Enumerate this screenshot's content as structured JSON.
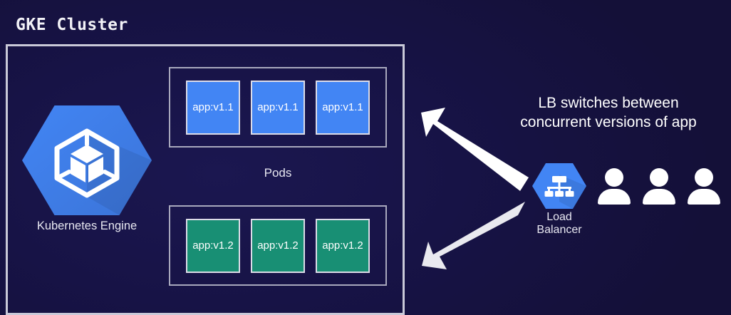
{
  "diagram": {
    "title": "GKE Cluster",
    "background_color": "#141038"
  },
  "cluster": {
    "title": "GKE Cluster",
    "node": {
      "label": "Kubernetes Engine",
      "icon": "kubernetes-engine-hexagon-icon",
      "color": "#4285f4"
    },
    "pods_caption": "Pods",
    "pod_groups": [
      {
        "name": "version-1-1-pods",
        "color": "#4285f4",
        "pods": [
          "app:v1.1",
          "app:v1.1",
          "app:v1.1"
        ]
      },
      {
        "name": "version-1-2-pods",
        "color": "#188f74",
        "pods": [
          "app:v1.2",
          "app:v1.2",
          "app:v1.2"
        ]
      }
    ]
  },
  "right": {
    "caption_line1": "LB switches between",
    "caption_line2": "concurrent versions of app",
    "load_balancer": {
      "label_line1": "Load",
      "label_line2": "Balancer",
      "icon": "load-balancer-hexagon-icon",
      "color": "#4285f4"
    },
    "users": {
      "icon": "user-icon",
      "count": 3,
      "color": "#ffffff"
    }
  },
  "arrows": [
    {
      "name": "arrow-lb-to-v1-1",
      "direction": "up-left",
      "color": "#ffffff"
    },
    {
      "name": "arrow-lb-to-v1-2",
      "direction": "down-left",
      "color": "#e8e8ee"
    }
  ]
}
